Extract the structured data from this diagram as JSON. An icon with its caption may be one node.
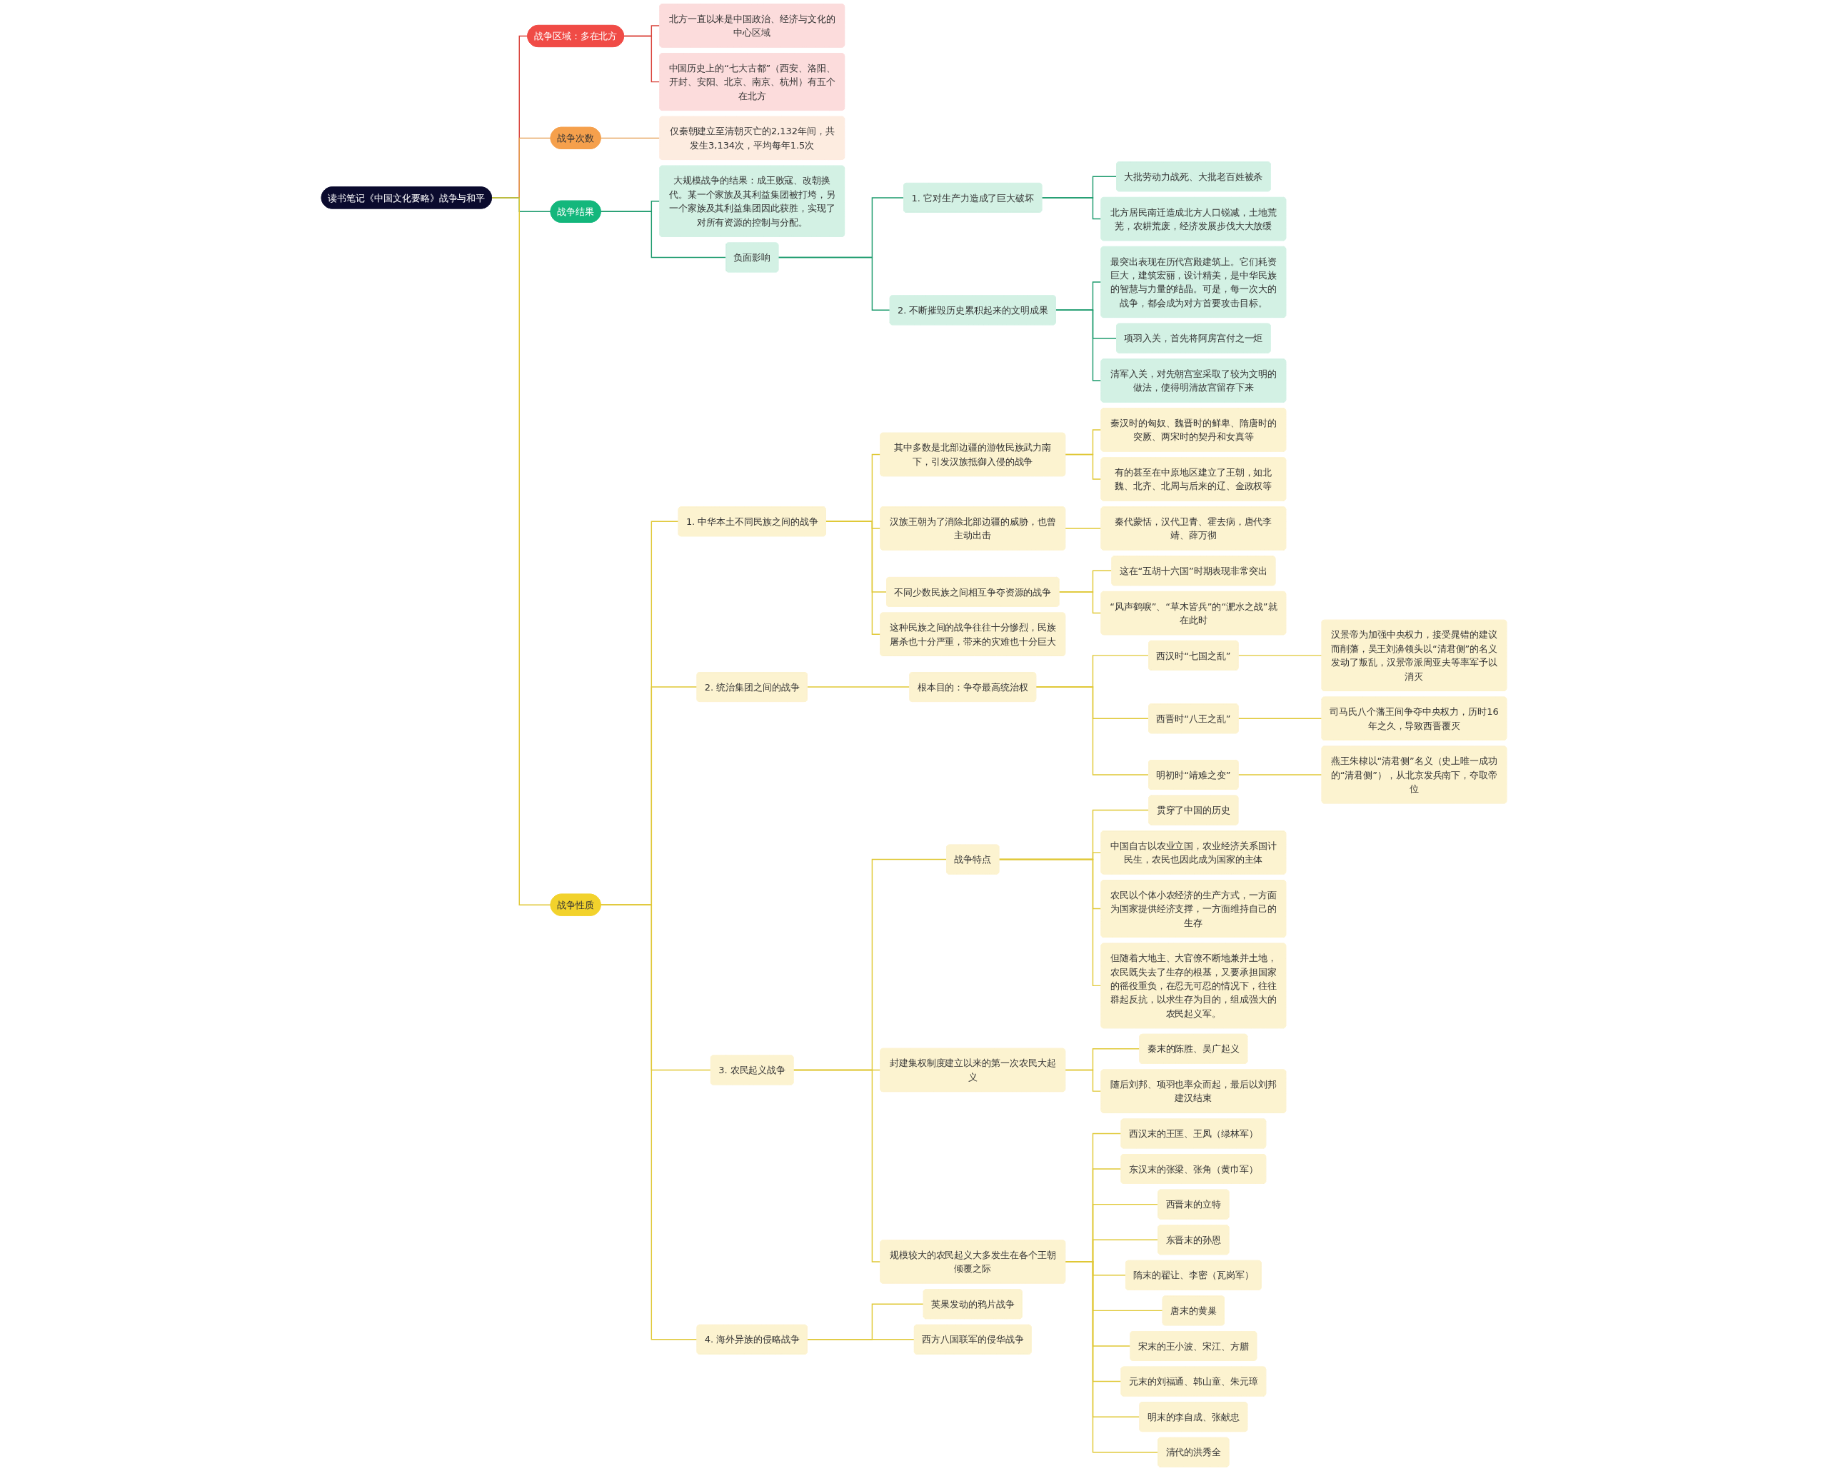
{
  "diagram": {
    "nodes": [
      {
        "text": [
          "读书笔记《中国文化要略》战争与和平"
        ]
      },
      {
        "text": [
          "战争区域：多在北方"
        ]
      },
      {
        "text": [
          "北方一直以来是中国政治、经济与文化的中心区域"
        ]
      },
      {
        "text": [
          "中国历史上的“七大古都”（西安、洛阳、开封、安阳、北京、南京、杭州）有五个在北方"
        ]
      },
      {
        "text": [
          "战争次数"
        ]
      },
      {
        "text": [
          "仅秦朝建立至清朝灭亡的2,132年间，共发生3,134次，平均每年1.5次"
        ]
      },
      {
        "text": [
          "战争结果"
        ]
      },
      {
        "text": [
          "大规模战争的结果：成王败寇、改朝换代。某一个家族及其利益集团被打垮，另一个家族及其利益集团因此获胜，实现了对所有资源的控制与分配。"
        ]
      },
      {
        "text": [
          "负面影响"
        ]
      },
      {
        "text": [
          "1. 它对生产力造成了巨大破坏"
        ]
      },
      {
        "text": [
          "大批劳动力战死、大批老百姓被杀"
        ]
      },
      {
        "text": [
          "北方居民南迁造成北方人口锐减，土地荒芜，农耕荒废，经济发展步伐大大放缓"
        ]
      },
      {
        "text": [
          "2. 不断摧毁历史累积起来的文明成果"
        ]
      },
      {
        "text": [
          "最突出表现在历代宫殿建筑上。它们耗资巨大，建筑宏丽，设计精美，是中华民族的智慧与力量的结晶。可是，每一次大的战争，都会成为对方首要攻击目标。"
        ]
      },
      {
        "text": [
          "项羽入关，首先将阿房宫付之一炬"
        ]
      },
      {
        "text": [
          "清军入关，对先朝宫室采取了较为文明的做法，使得明清故宫留存下来"
        ]
      },
      {
        "text": [
          "战争性质"
        ]
      },
      {
        "text": [
          "1. 中华本土不同民族之间的战争"
        ]
      },
      {
        "text": [
          "其中多数是北部边疆的游牧民族武力南下，引发汉族抵御入侵的战争"
        ]
      },
      {
        "text": [
          "秦汉时的匈奴、魏晋时的鲜卑、隋唐时的突厥、两宋时的契丹和女真等"
        ]
      },
      {
        "text": [
          "有的甚至在中原地区建立了王朝，如北魏、北齐、北周与后来的辽、金政权等"
        ]
      },
      {
        "text": [
          "汉族王朝为了消除北部边疆的威胁，也曾主动出击"
        ]
      },
      {
        "text": [
          "秦代蒙恬，汉代卫青、霍去病，唐代李靖、薛万彻"
        ]
      },
      {
        "text": [
          "不同少数民族之间相互争夺资源的战争"
        ]
      },
      {
        "text": [
          "这在“五胡十六国”时期表现非常突出"
        ]
      },
      {
        "text": [
          "“风声鹤唳”、“草木皆兵”的“淝水之战”就在此时"
        ]
      },
      {
        "text": [
          "这种民族之间的战争往往十分惨烈，民族屠杀也十分严重，带来的灾难也十分巨大"
        ]
      },
      {
        "text": [
          "2. 统治集团之间的战争"
        ]
      },
      {
        "text": [
          "根本目的：争夺最高统治权"
        ]
      },
      {
        "text": [
          "西汉时“七国之乱”"
        ]
      },
      {
        "text": [
          "汉景帝为加强中央权力，接受晁错的建议而削藩，吴王刘濞领头以“清君侧”的名义发动了叛乱，汉景帝派周亚夫等率军予以消灭"
        ]
      },
      {
        "text": [
          "西晋时“八王之乱”"
        ]
      },
      {
        "text": [
          "司马氏八个藩王间争夺中央权力，历时16年之久，导致西晋覆灭"
        ]
      },
      {
        "text": [
          "明初时“靖难之变”"
        ]
      },
      {
        "text": [
          "燕王朱棣以“清君侧”名义（史上唯一成功的“清君侧”），从北京发兵南下，夺取帝位"
        ]
      },
      {
        "text": [
          "3. 农民起义战争"
        ]
      },
      {
        "text": [
          "战争特点"
        ]
      },
      {
        "text": [
          "贯穿了中国的历史"
        ]
      },
      {
        "text": [
          "中国自古以农业立国，农业经济关系国计民生，农民也因此成为国家的主体"
        ]
      },
      {
        "text": [
          "农民以个体小农经济的生产方式，一方面为国家提供经济支撑，一方面维持自己的生存"
        ]
      },
      {
        "text": [
          "但随着大地主、大官僚不断地兼并土地，农民既失去了生存的根基，又要承担国家的徭役重负，在忍无可忍的情况下，往往群起反抗，以求生存为目的，组成强大的农民起义军。"
        ]
      },
      {
        "text": [
          "封建集权制度建立以来的第一次农民大起义"
        ]
      },
      {
        "text": [
          "秦末的陈胜、吴广起义"
        ]
      },
      {
        "text": [
          "随后刘邦、项羽也率众而起，最后以刘邦建汉结束"
        ]
      },
      {
        "text": [
          "规模较大的农民起义大多发生在各个王朝倾覆之际"
        ]
      },
      {
        "text": [
          "西汉末的王匡、王凤（绿林军）"
        ]
      },
      {
        "text": [
          "东汉末的张梁、张角（黄巾军）"
        ]
      },
      {
        "text": [
          "西晋末的立特"
        ]
      },
      {
        "text": [
          "东晋末的孙恩"
        ]
      },
      {
        "text": [
          "隋末的翟让、李密（瓦岗军）"
        ]
      },
      {
        "text": [
          "唐末的黄巢"
        ]
      },
      {
        "text": [
          "宋末的王小波、宋江、方腊"
        ]
      },
      {
        "text": [
          "元末的刘福通、韩山童、朱元璋"
        ]
      },
      {
        "text": [
          "明末的李自成、张献忠"
        ]
      },
      {
        "text": [
          "清代的洪秀全"
        ]
      },
      {
        "text": [
          "4. 海外异族的侵略战争"
        ]
      },
      {
        "text": [
          "英果发动的鸦片战争"
        ]
      },
      {
        "text": [
          "西方八国联军的侵华战争"
        ]
      }
    ],
    "edges": [
      {
        "from": 0,
        "to": 1,
        "arrow": "none",
        "color": "#d9423a"
      },
      {
        "from": 1,
        "to": 2,
        "arrow": "none",
        "color": "#d9423a"
      },
      {
        "from": 1,
        "to": 3,
        "arrow": "none",
        "color": "#d9423a"
      },
      {
        "from": 0,
        "to": 4,
        "arrow": "none",
        "color": "#e39a4c"
      },
      {
        "from": 4,
        "to": 5,
        "arrow": "none",
        "color": "#e39a4c"
      },
      {
        "from": 0,
        "to": 6,
        "arrow": "none",
        "color": "#1b9a6c"
      },
      {
        "from": 6,
        "to": 7,
        "arrow": "none",
        "color": "#1b9a6c"
      },
      {
        "from": 6,
        "to": 8,
        "arrow": "none",
        "color": "#1b9a6c"
      },
      {
        "from": 8,
        "to": 9,
        "arrow": "none",
        "color": "#1b9a6c"
      },
      {
        "from": 9,
        "to": 10,
        "arrow": "none",
        "color": "#1b9a6c"
      },
      {
        "from": 9,
        "to": 11,
        "arrow": "none",
        "color": "#1b9a6c"
      },
      {
        "from": 8,
        "to": 12,
        "arrow": "none",
        "color": "#1b9a6c"
      },
      {
        "from": 12,
        "to": 13,
        "arrow": "none",
        "color": "#1b9a6c"
      },
      {
        "from": 12,
        "to": 14,
        "arrow": "none",
        "color": "#1b9a6c"
      },
      {
        "from": 12,
        "to": 15,
        "arrow": "none",
        "color": "#1b9a6c"
      },
      {
        "from": 0,
        "to": 16,
        "arrow": "none"
      },
      {
        "from": 16,
        "to": 17,
        "arrow": "none"
      },
      {
        "from": 17,
        "to": 18,
        "arrow": "none"
      },
      {
        "from": 18,
        "to": 19,
        "arrow": "none"
      },
      {
        "from": 18,
        "to": 20,
        "arrow": "none"
      },
      {
        "from": 17,
        "to": 21,
        "arrow": "none"
      },
      {
        "from": 21,
        "to": 22,
        "arrow": "none"
      },
      {
        "from": 17,
        "to": 23,
        "arrow": "none"
      },
      {
        "from": 23,
        "to": 24,
        "arrow": "none"
      },
      {
        "from": 23,
        "to": 25,
        "arrow": "none"
      },
      {
        "from": 17,
        "to": 26,
        "arrow": "none"
      },
      {
        "from": 16,
        "to": 27,
        "arrow": "none"
      },
      {
        "from": 27,
        "to": 28,
        "arrow": "none"
      },
      {
        "from": 28,
        "to": 29,
        "arrow": "none"
      },
      {
        "from": 29,
        "to": 30,
        "arrow": "none"
      },
      {
        "from": 28,
        "to": 31,
        "arrow": "none"
      },
      {
        "from": 31,
        "to": 32,
        "arrow": "none"
      },
      {
        "from": 28,
        "to": 33,
        "arrow": "none"
      },
      {
        "from": 33,
        "to": 34,
        "arrow": "none"
      },
      {
        "from": 16,
        "to": 35,
        "arrow": "none"
      },
      {
        "from": 35,
        "to": 36,
        "arrow": "none"
      },
      {
        "from": 36,
        "to": 37,
        "arrow": "none"
      },
      {
        "from": 36,
        "to": 38,
        "arrow": "none"
      },
      {
        "from": 36,
        "to": 39,
        "arrow": "none"
      },
      {
        "from": 36,
        "to": 40,
        "arrow": "none"
      },
      {
        "from": 35,
        "to": 41,
        "arrow": "none"
      },
      {
        "from": 41,
        "to": 42,
        "arrow": "none"
      },
      {
        "from": 41,
        "to": 43,
        "arrow": "none"
      },
      {
        "from": 35,
        "to": 44,
        "arrow": "none"
      },
      {
        "from": 44,
        "to": 45,
        "arrow": "none"
      },
      {
        "from": 44,
        "to": 46,
        "arrow": "none"
      },
      {
        "from": 44,
        "to": 47,
        "arrow": "none"
      },
      {
        "from": 44,
        "to": 48,
        "arrow": "none"
      },
      {
        "from": 44,
        "to": 49,
        "arrow": "none"
      },
      {
        "from": 44,
        "to": 50,
        "arrow": "none"
      },
      {
        "from": 44,
        "to": 51,
        "arrow": "none"
      },
      {
        "from": 44,
        "to": 52,
        "arrow": "none"
      },
      {
        "from": 44,
        "to": 53,
        "arrow": "none"
      },
      {
        "from": 44,
        "to": 54,
        "arrow": "none"
      },
      {
        "from": 16,
        "to": 55,
        "arrow": "none"
      },
      {
        "from": 55,
        "to": 56,
        "arrow": "none"
      },
      {
        "from": 55,
        "to": 57,
        "arrow": "none"
      }
    ]
  }
}
